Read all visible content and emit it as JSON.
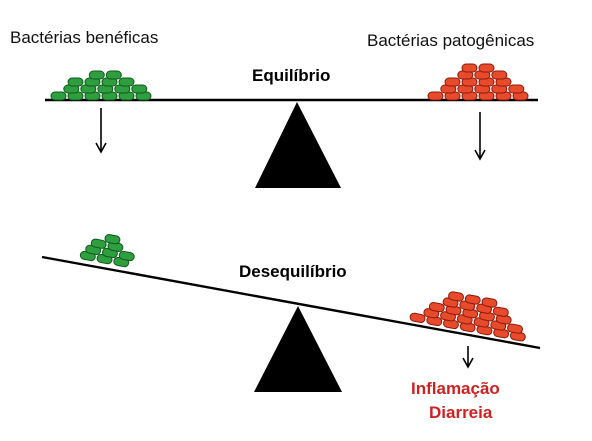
{
  "labels": {
    "beneficial": "Bactérias benéficas",
    "pathogenic": "Bactérias patogênicas",
    "balance": "Equilíbrio",
    "imbalance": "Desequilíbrio",
    "outcome_1": "Inflamação",
    "outcome_2": "Diarreia"
  },
  "colors": {
    "beneficial_fill": "#2e9e3f",
    "beneficial_stroke": "#0f5a1c",
    "pathogenic_fill": "#e84a2c",
    "pathogenic_stroke": "#8a1a0a",
    "outcome_text": "#cc2222",
    "fulcrum": "#000000",
    "beam": "#000000"
  }
}
